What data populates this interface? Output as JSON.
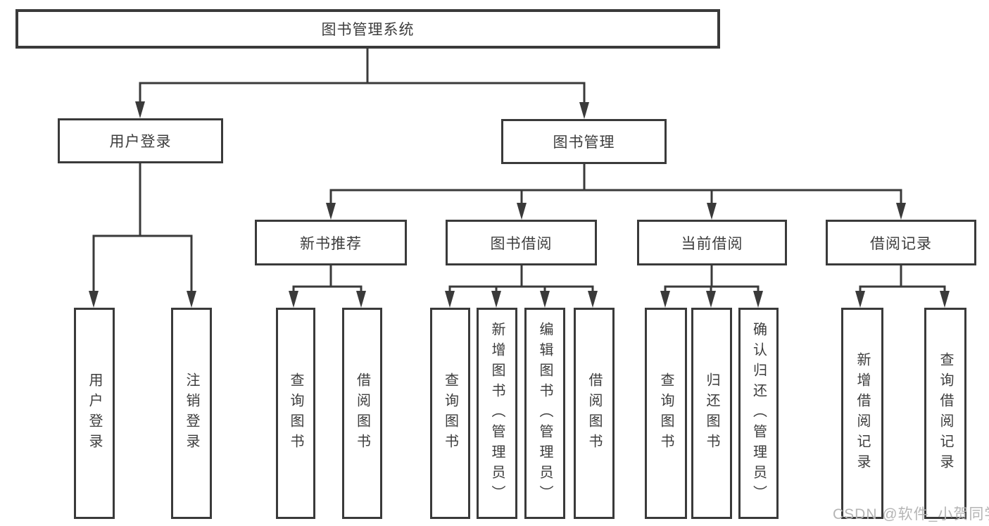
{
  "chart": {
    "title": {
      "label": "图书管理系统"
    },
    "level2": [
      {
        "label": "用户登录"
      },
      {
        "label": "图书管理"
      }
    ],
    "level3": [
      {
        "label": "新书推荐"
      },
      {
        "label": "图书借阅"
      },
      {
        "label": "当前借阅"
      },
      {
        "label": "借阅记录"
      }
    ],
    "leaves": {
      "user_login": [
        {
          "label": "用户登录"
        },
        {
          "label": "注销登录"
        }
      ],
      "new_book": [
        {
          "label": "查询图书"
        },
        {
          "label": "借阅图书"
        }
      ],
      "book_borrow": [
        {
          "label": "查询图书"
        },
        {
          "label": "新增图书（管理员）"
        },
        {
          "label": "编辑图书（管理员）"
        },
        {
          "label": "借阅图书"
        }
      ],
      "current_borrow": [
        {
          "label": "查询图书"
        },
        {
          "label": "归还图书"
        },
        {
          "label": "确认归还（管理员）"
        }
      ],
      "borrow_record": [
        {
          "label": "新增借阅记录"
        },
        {
          "label": "查询借阅记录"
        }
      ]
    },
    "watermark": "CSDN @软件_小贺同学",
    "colors": {
      "line": "#3a3a3a",
      "text": "#3d3d3d",
      "watermark": "#b5b5b5",
      "background": "#ffffff"
    }
  }
}
